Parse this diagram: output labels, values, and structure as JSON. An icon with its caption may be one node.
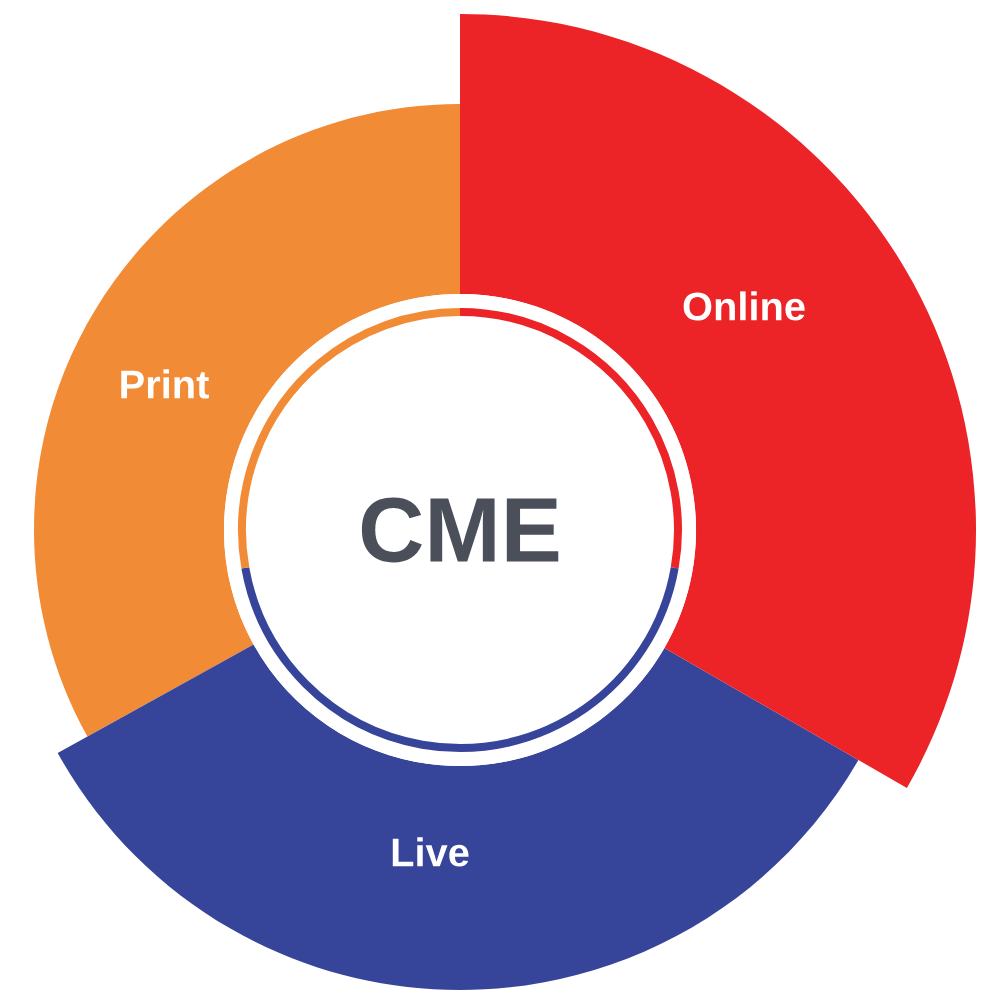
{
  "diagram": {
    "nodes": [
      {
        "text": [
          "Online"
        ]
      },
      {
        "text": [
          "Print"
        ]
      },
      {
        "text": [
          "CME"
        ]
      },
      {
        "text": [
          "Live"
        ]
      }
    ]
  }
}
